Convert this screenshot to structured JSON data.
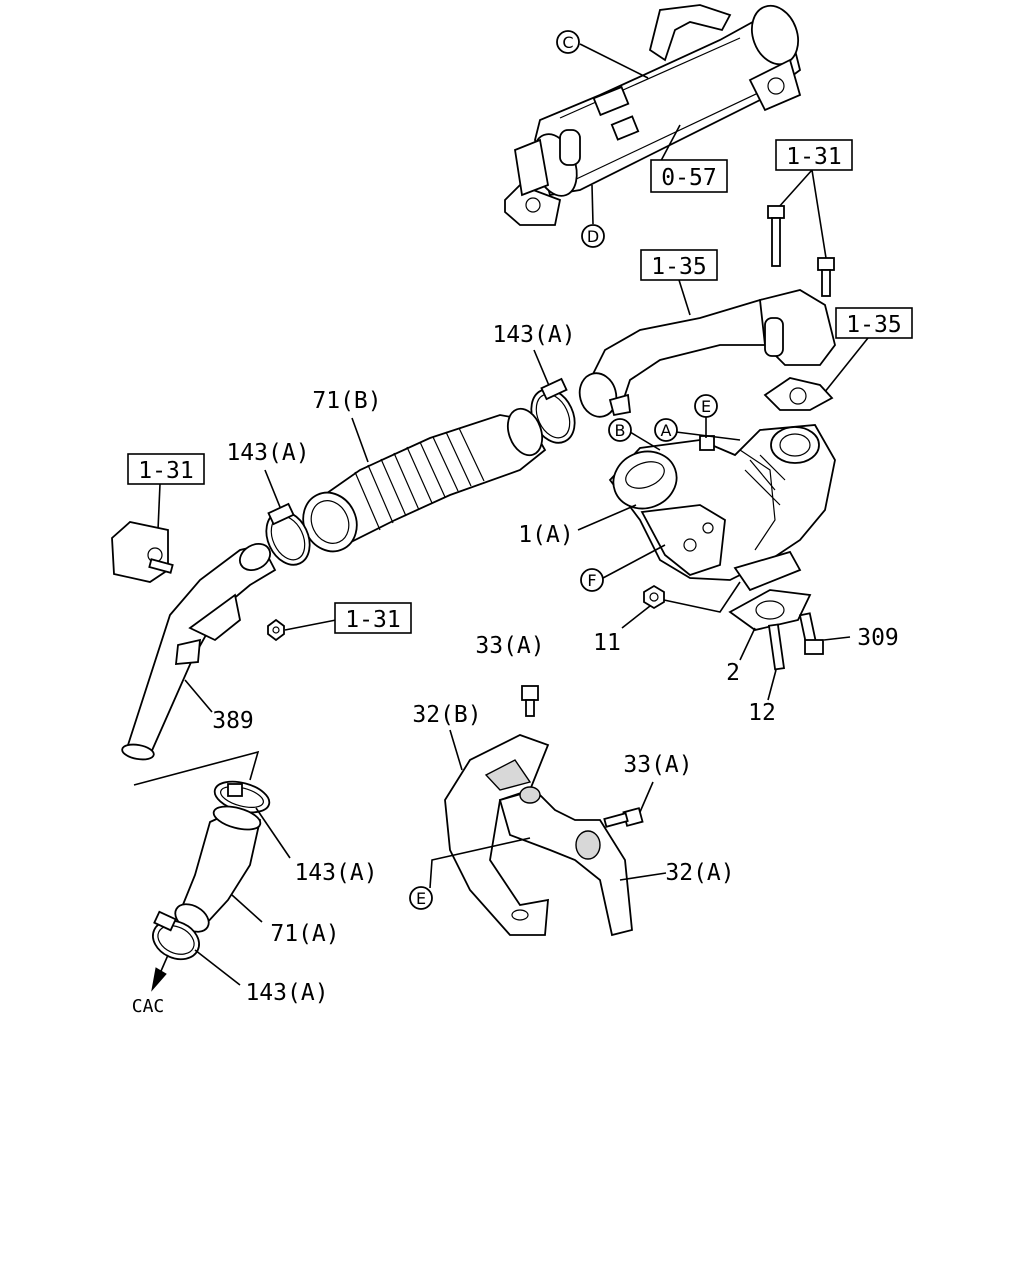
{
  "refs": {
    "r_0_57": "0-57",
    "r_1_31_top": "1-31",
    "r_1_35_pipe": "1-35",
    "r_1_35_gasket": "1-35",
    "r_1_31_left": "1-31",
    "r_1_31_nut": "1-31"
  },
  "callouts": {
    "c_top": "C",
    "d_top": "D",
    "e_turbo": "E",
    "a_turbo": "A",
    "b_turbo": "B",
    "f_turbo": "F",
    "e_bottom": "E"
  },
  "parts": {
    "p143a_top": "143(A)",
    "p71b": "71(B)",
    "p143a_mid": "143(A)",
    "p1a": "1(A)",
    "p11": "11",
    "p2": "2",
    "p309": "309",
    "p12": "12",
    "p389": "389",
    "p33a_top": "33(A)",
    "p32b": "32(B)",
    "p33a_right": "33(A)",
    "p32a": "32(A)",
    "p143a_low": "143(A)",
    "p71a": "71(A)",
    "p143a_bottom": "143(A)",
    "cac": "CAC"
  }
}
